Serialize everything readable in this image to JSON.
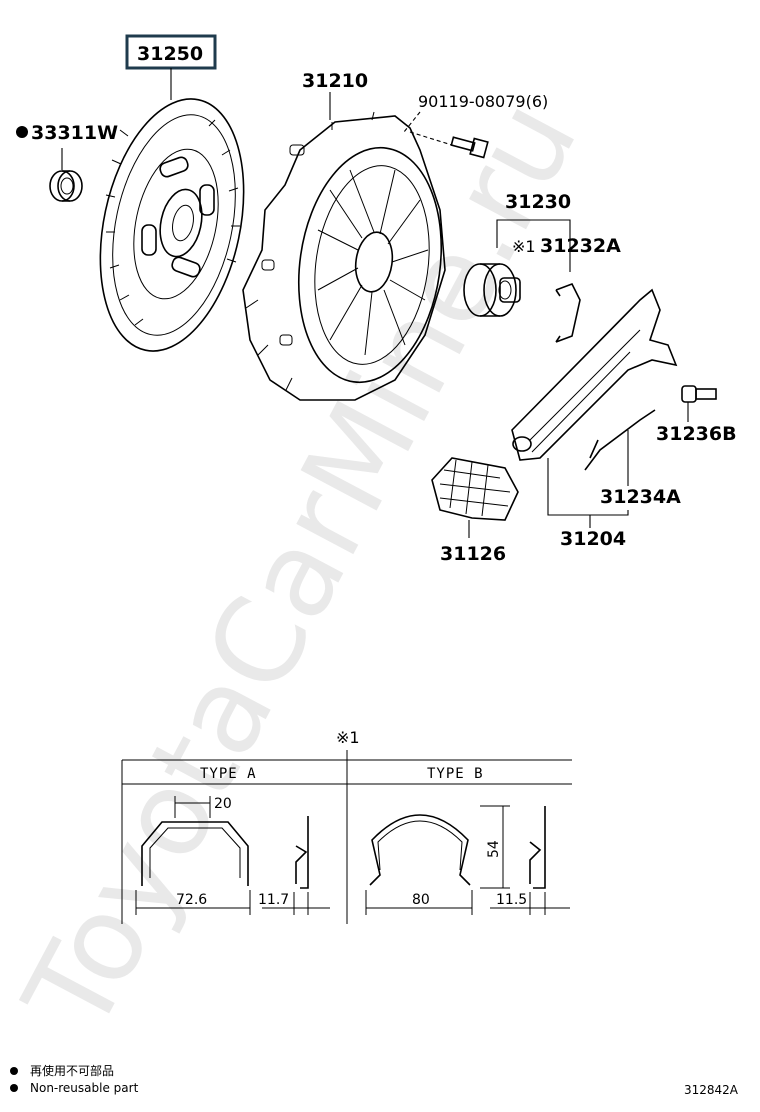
{
  "watermark": "ToyotaCarMine.ru",
  "parts": {
    "disc": "31250",
    "bearing": "33311W",
    "cover": "31210",
    "bolt": "90119-08079(6)",
    "release_bearing": "31230",
    "clip_ref": "※1",
    "clip": "31232A",
    "pivot": "31236B",
    "spring": "31234A",
    "fork_assy": "31204",
    "boot": "31126"
  },
  "detail": {
    "ref": "※1",
    "type_a": "TYPE A",
    "type_b": "TYPE B",
    "dims_a": {
      "top": "20",
      "width": "72.6",
      "side": "11.7"
    },
    "dims_b": {
      "height": "54",
      "width": "80",
      "side": "11.5"
    }
  },
  "legend": {
    "jp": "再使用不可部品",
    "en": "Non-reusable part"
  },
  "diagram_id": "312842A"
}
